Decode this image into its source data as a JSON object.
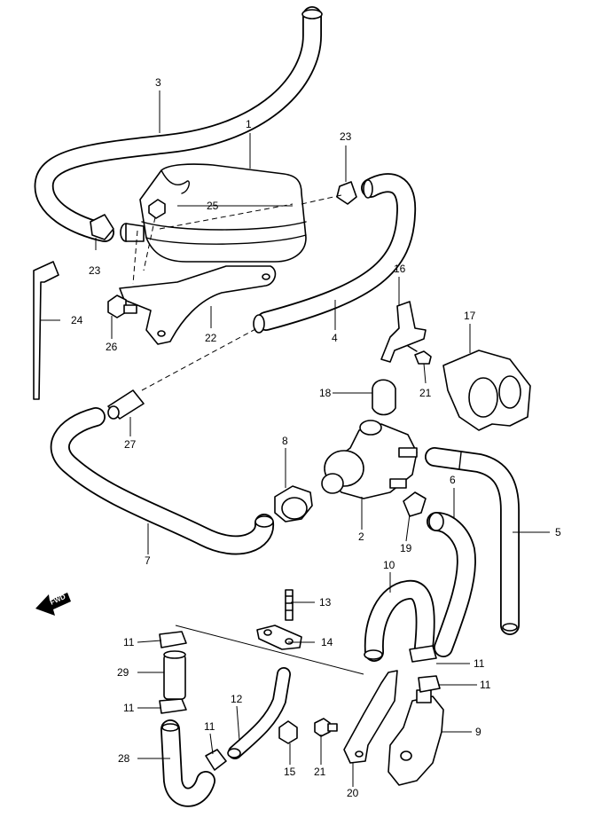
{
  "fwd_label": "FWD",
  "labels": {
    "p1": "1",
    "p2": "2",
    "p3": "3",
    "p4": "4",
    "p5": "5",
    "p6": "6",
    "p7": "7",
    "p8": "8",
    "p9": "9",
    "p10": "10",
    "p11a": "11",
    "p11b": "11",
    "p11c": "11",
    "p11d": "11",
    "p11e": "11",
    "p12": "12",
    "p13": "13",
    "p14": "14",
    "p15": "15",
    "p16": "16",
    "p17": "17",
    "p18": "18",
    "p19": "19",
    "p20": "20",
    "p21a": "21",
    "p21b": "21",
    "p22": "22",
    "p23a": "23",
    "p23b": "23",
    "p24": "24",
    "p25": "25",
    "p26": "26",
    "p27": "27",
    "p28": "28",
    "p29": "29"
  }
}
